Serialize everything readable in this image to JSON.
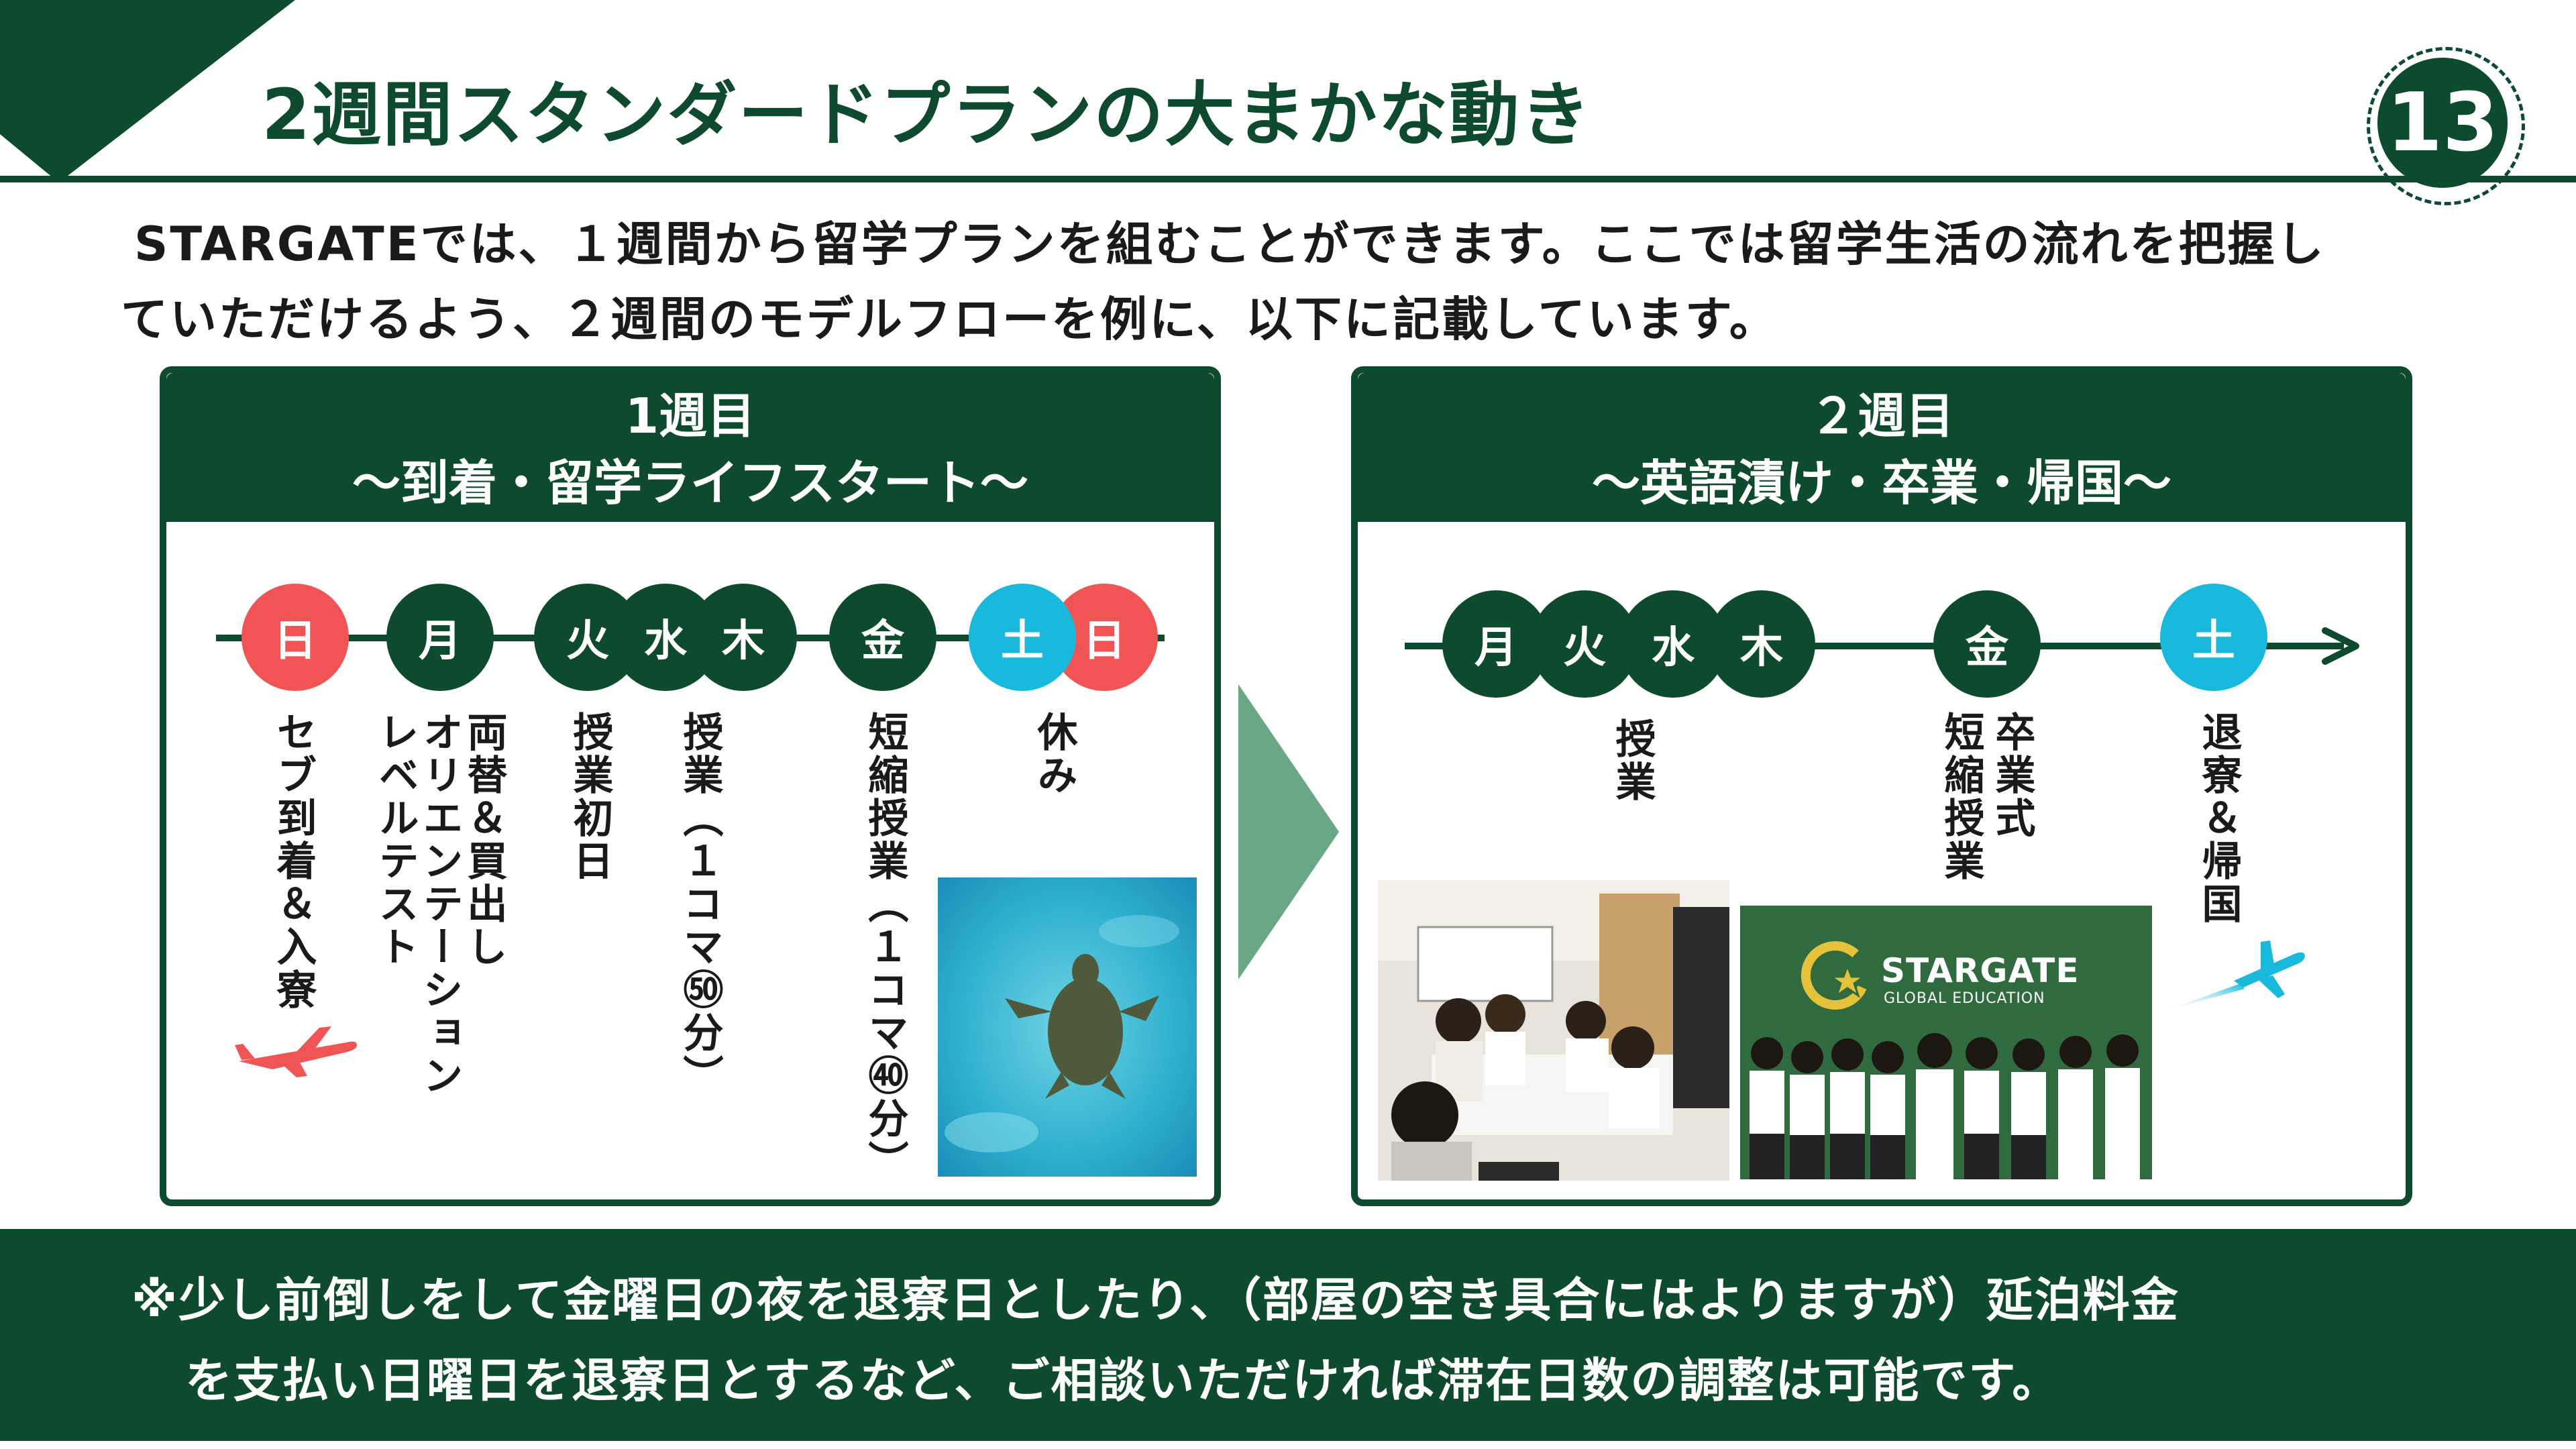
{
  "header": {
    "title": "2週間スタンダードプランの大まかな動き",
    "page_number": "13"
  },
  "intro": {
    "line1": "STARGATEでは、１週間から留学プランを組むことができます。ここでは留学生活の流れを把握し",
    "line2": "ていただけるよう、２週間のモデルフローを例に、以下に記載しています。"
  },
  "week1": {
    "title": "1週目",
    "subtitle": "～到着・留学ライフスタート～",
    "days": {
      "sun1": "日",
      "mon": "月",
      "tue": "火",
      "wed": "水",
      "thu": "木",
      "fri": "金",
      "sat": "土",
      "sun2": "日"
    },
    "events": {
      "arrival": "セブ到着＆入寮",
      "exchange": "両替＆買出し",
      "orientation": "オリエンテーション",
      "level_test": "レベルテスト",
      "first_class": "授業初日",
      "classes": "授業（１コマ㊿分）",
      "short_classes": "短縮授業（１コマ㊵分）",
      "rest": "休み"
    }
  },
  "week2": {
    "title": "２週目",
    "subtitle": "～英語漬け・卒業・帰国～",
    "days": {
      "mon": "月",
      "tue": "火",
      "wed": "水",
      "thu": "木",
      "fri": "金",
      "sat": "土"
    },
    "events": {
      "classes": "授業",
      "graduation": "卒業式",
      "short_classes": "短縮授業",
      "checkout": "退寮＆帰国"
    },
    "logo_text": {
      "brand": "STARGATE",
      "sub": "GLOBAL EDUCATION"
    }
  },
  "footer": {
    "line1": "※少し前倒しをして金曜日の夜を退寮日としたり、（部屋の空き具合にはよりますが）延泊料金",
    "line2": "を支払い日曜日を退寮日とするなど、ご相談いただければ滞在日数の調整は可能です。"
  },
  "colors": {
    "primary": "#0e4a2e",
    "sunday": "#f05454",
    "saturday": "#18b9dc",
    "arrow": "#6aa785"
  },
  "icons": [
    "plane-arrival-icon",
    "plane-departure-icon",
    "timeline-arrow-icon"
  ]
}
